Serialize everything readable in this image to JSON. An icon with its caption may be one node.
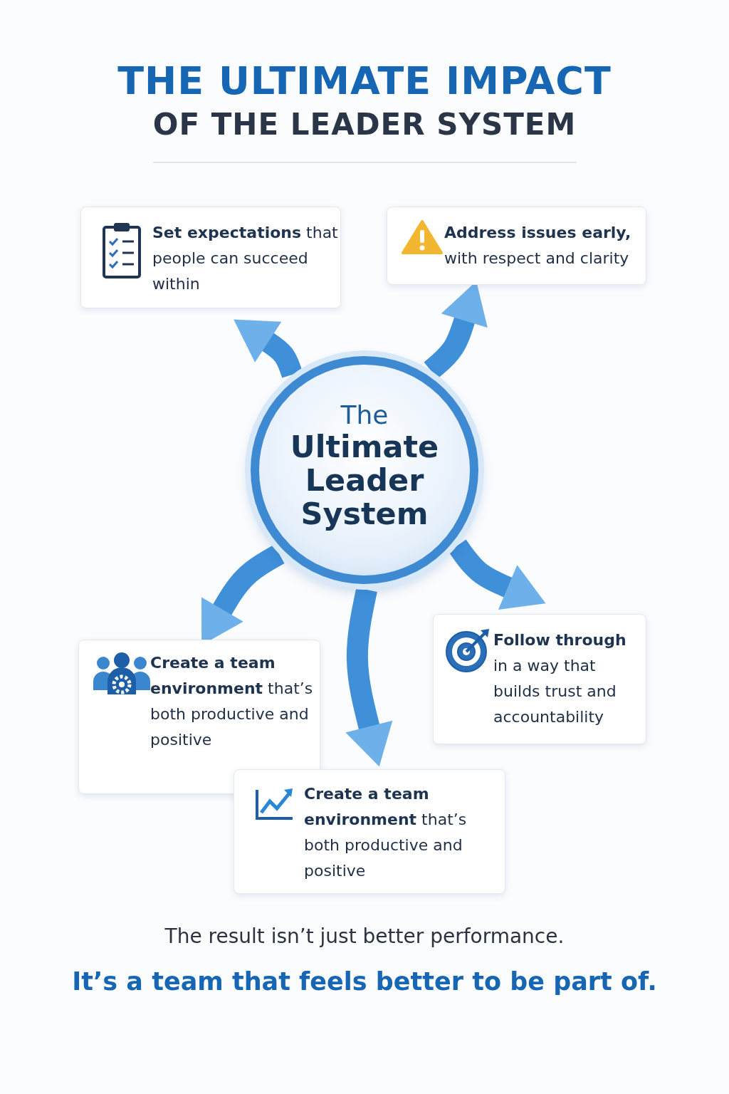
{
  "diagram": {
    "title": "THE ULTIMATE IMPACT",
    "nodes": [
      {
        "text": [
          "The",
          "Ultimate Leader System"
        ]
      },
      {
        "text": [
          "**Set expectations** that people can succeed within"
        ]
      },
      {
        "text": [
          "**Address issues early,** with respect and clarity"
        ]
      },
      {
        "text": [
          "**Create a team environment** that’s both productive and positive"
        ]
      },
      {
        "text": [
          "**Follow through** in a way that builds trust and accountability"
        ]
      },
      {
        "text": [
          "**Create a team environment** that’s both productive and positive"
        ]
      }
    ],
    "edges": [
      {
        "from": 0,
        "to": 1,
        "arrow": "to"
      },
      {
        "from": 0,
        "to": 2,
        "arrow": "to"
      },
      {
        "from": 0,
        "to": 3,
        "arrow": "to"
      },
      {
        "from": 0,
        "to": 5,
        "arrow": "to"
      },
      {
        "from": 0,
        "to": 4,
        "arrow": "to"
      }
    ],
    "labels": [
      "OF THE LEADER SYSTEM",
      "The result isn’t just better performance.",
      "It’s a team that feels better to be part of."
    ]
  }
}
